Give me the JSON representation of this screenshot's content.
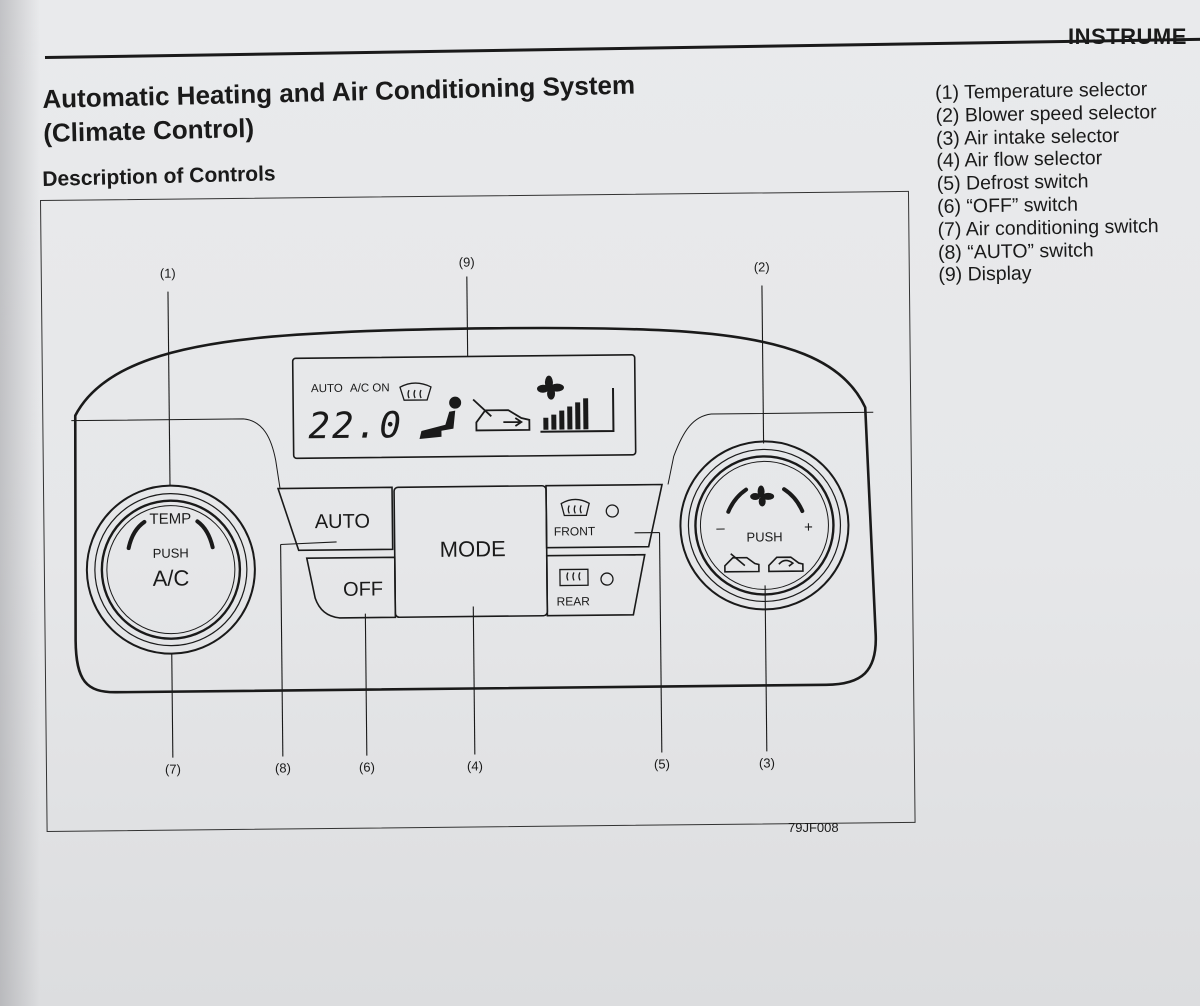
{
  "header": {
    "section": "INSTRUME"
  },
  "title": {
    "line1": "Automatic Heating and Air Conditioning System",
    "line2": "(Climate Control)"
  },
  "subtitle": "Description of Controls",
  "legend": [
    "(1) Temperature selector",
    "(2) Blower speed selector",
    "(3) Air intake selector",
    "(4) Air flow selector",
    "(5) Defrost switch",
    "(6) “OFF” switch",
    "(7) Air conditioning switch",
    "(8) “AUTO” switch",
    "(9) Display"
  ],
  "figure": {
    "code": "79JF008",
    "callouts": {
      "c1": "(1)",
      "c2": "(2)",
      "c3": "(3)",
      "c4": "(4)",
      "c5": "(5)",
      "c6": "(6)",
      "c7": "(7)",
      "c8": "(8)",
      "c9": "(9)"
    },
    "display": {
      "auto": "AUTO",
      "ac_on": "A/C ON",
      "temperature": "22.0"
    },
    "left_knob": {
      "temp": "TEMP",
      "push": "PUSH",
      "ac": "A/C"
    },
    "right_knob": {
      "minus": "–",
      "plus": "+",
      "push": "PUSH"
    },
    "buttons": {
      "auto": "AUTO",
      "off": "OFF",
      "mode": "MODE",
      "front": "FRONT",
      "rear": "REAR"
    }
  }
}
